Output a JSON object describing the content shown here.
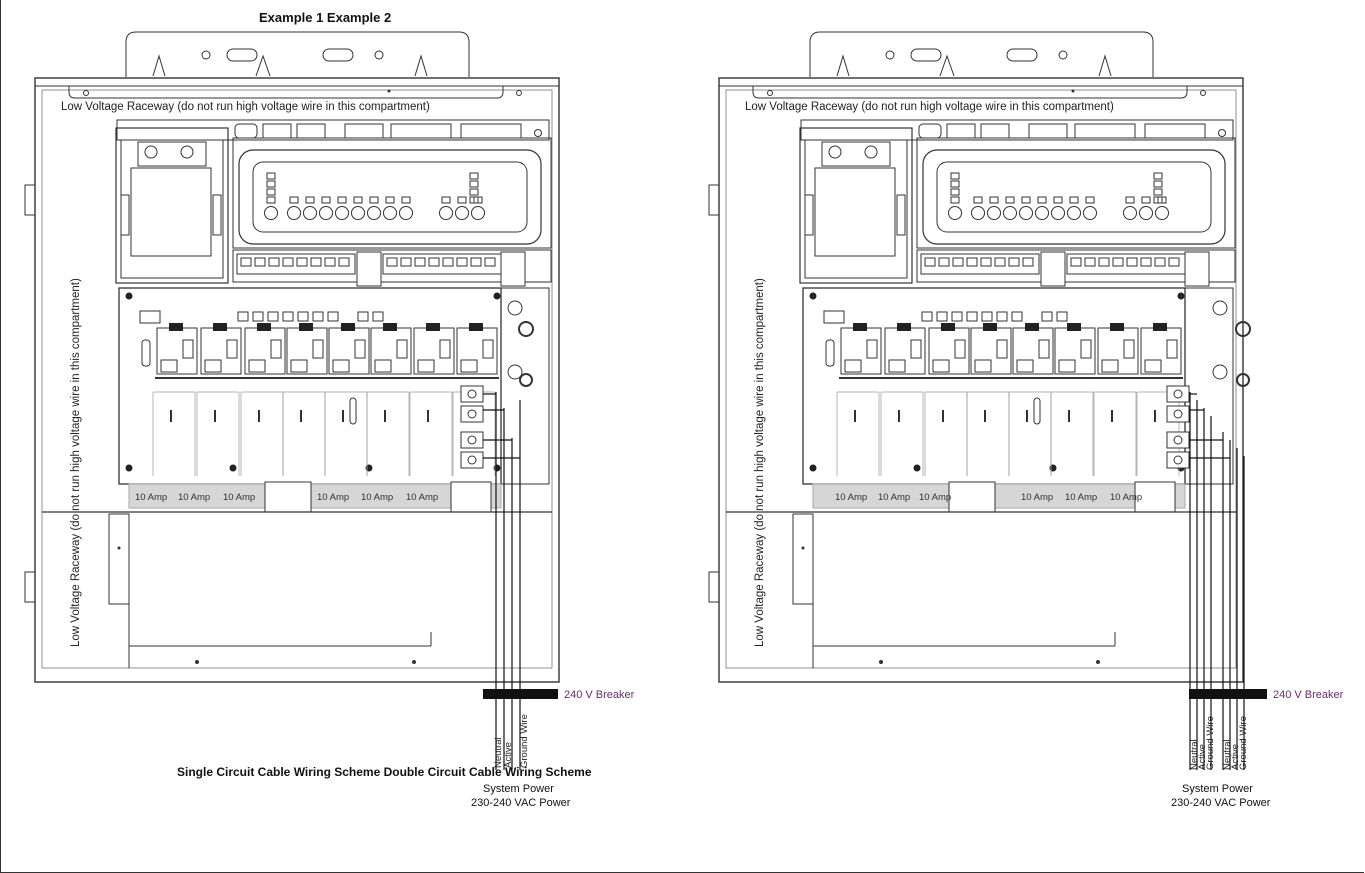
{
  "header": {
    "example_labels": "Example 1 Example 2"
  },
  "diagrams": [
    {
      "raceway_top": "Low Voltage Raceway (do not run high voltage wire in this compartment)",
      "raceway_side": "Low Voltage Raceway (do not run high voltage wire in this compartment)",
      "breaker_labels": [
        "10 Amp",
        "10 Amp",
        "10 Amp",
        "10 Amp",
        "10 Amp",
        "10 Amp"
      ],
      "breaker": "240 V Breaker",
      "wires": [
        "Neutral",
        "Active",
        "Ground Wire"
      ],
      "power_line1": "System Power",
      "power_line2": "230-240 VAC Power"
    },
    {
      "raceway_top": "Low Voltage Raceway (do not run high voltage wire in this compartment)",
      "raceway_side": "Low Voltage Raceway (do not run high voltage wire in this compartment)",
      "breaker_labels": [
        "10 Amp",
        "10 Amp",
        "10 Amp",
        "10 Amp",
        "10 Amp",
        "10 Amp"
      ],
      "breaker": "240 V Breaker",
      "wires": [
        "Neutral",
        "Active",
        "Ground Wire",
        "Neutral",
        "Active",
        "Ground Wire"
      ],
      "power_line1": "System Power",
      "power_line2": "230-240 VAC Power"
    }
  ],
  "captions": {
    "schemes": "Single Circuit Cable Wiring Scheme Double Circuit Cable Wiring Scheme"
  }
}
